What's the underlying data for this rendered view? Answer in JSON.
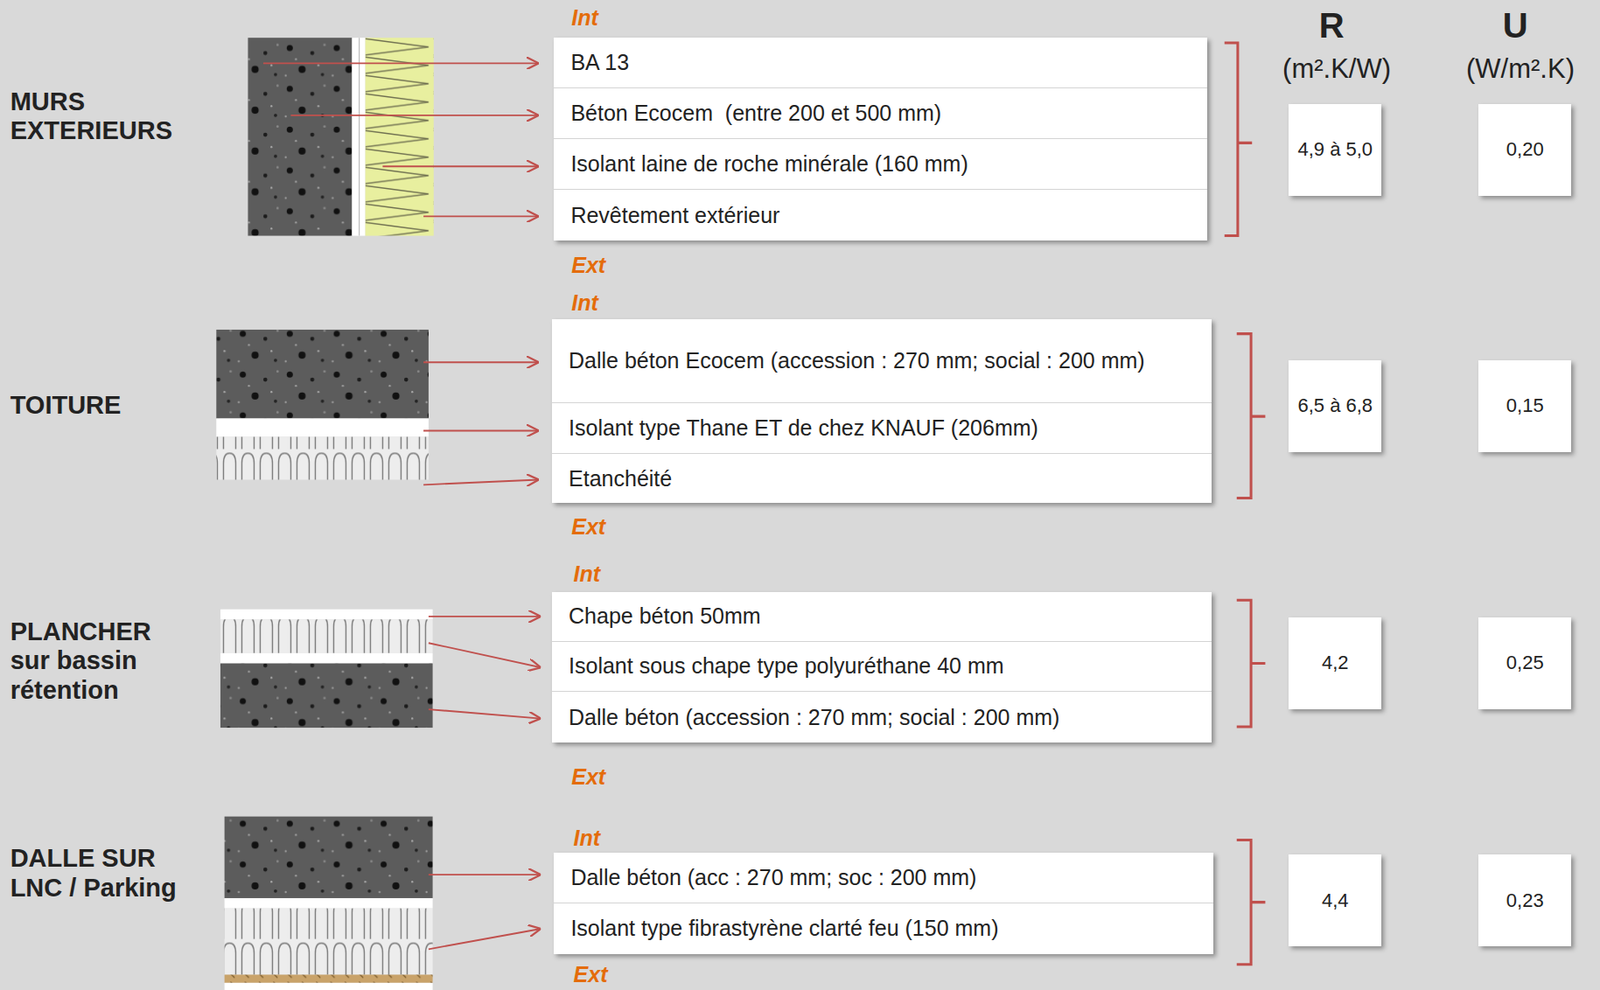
{
  "diagram": {
    "nodes": [
      {
        "text": [
          "BA 13"
        ]
      },
      {
        "text": [
          "Béton Ecocem  (entre 200 et 500 mm)"
        ]
      },
      {
        "text": [
          "Isolant laine de roche minérale (160 mm)"
        ]
      },
      {
        "text": [
          "Revêtement extérieur"
        ]
      },
      {
        "text": [
          "4,9 à 5,0"
        ]
      },
      {
        "text": [
          "0,20"
        ]
      },
      {
        "text": [
          "Dalle béton Ecocem (accession : 270 mm; social : 200 mm)"
        ]
      },
      {
        "text": [
          "Isolant type Thane ET de chez KNAUF (206mm)"
        ]
      },
      {
        "text": [
          "Etanchéité"
        ]
      },
      {
        "text": [
          "6,5 à 6,8"
        ]
      },
      {
        "text": [
          "0,15"
        ]
      },
      {
        "text": [
          "Chape béton 50mm"
        ]
      },
      {
        "text": [
          "Isolant sous chape type polyuréthane 40 mm"
        ]
      },
      {
        "text": [
          "Dalle béton (accession : 270 mm; social : 200 mm)"
        ]
      },
      {
        "text": [
          "4,2"
        ]
      },
      {
        "text": [
          "0,25"
        ]
      },
      {
        "text": [
          "Dalle béton (acc : 270 mm; soc : 200 mm)"
        ]
      },
      {
        "text": [
          "Isolant type fibrastyrène clarté feu (150 mm)"
        ]
      },
      {
        "text": [
          "4,4"
        ]
      },
      {
        "text": [
          "0,23"
        ]
      }
    ],
    "labels": [
      "Int",
      "R",
      "U",
      "(m².K/W)",
      "(W/m².K)",
      "MURS EXTERIEURS",
      "Ext",
      "Int",
      "TOITURE",
      "Ext",
      "Int",
      "PLANCHER sur bassin rétention",
      "Ext",
      "Int",
      "DALLE SUR LNC / Parking",
      "Ext"
    ]
  }
}
